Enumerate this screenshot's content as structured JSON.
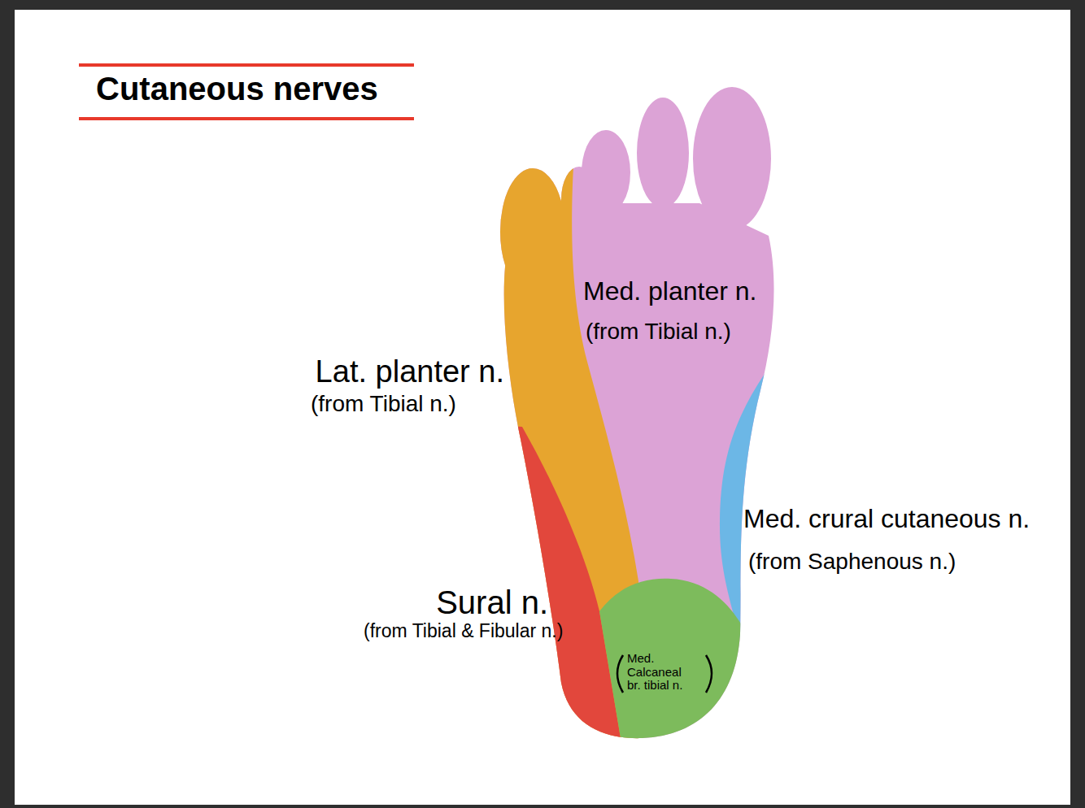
{
  "diagram": {
    "title": "Cutaneous nerves",
    "labels": [
      "Med. planter n.",
      "(from Tibial n.)",
      "Lat. planter n.",
      "(from Tibial n.)",
      "Med. crural cutaneous n.",
      "(from Saphenous n.)",
      "Sural n.",
      "(from Tibial & Fibular n.)",
      "Med. Calcaneal br. tibial n."
    ]
  }
}
